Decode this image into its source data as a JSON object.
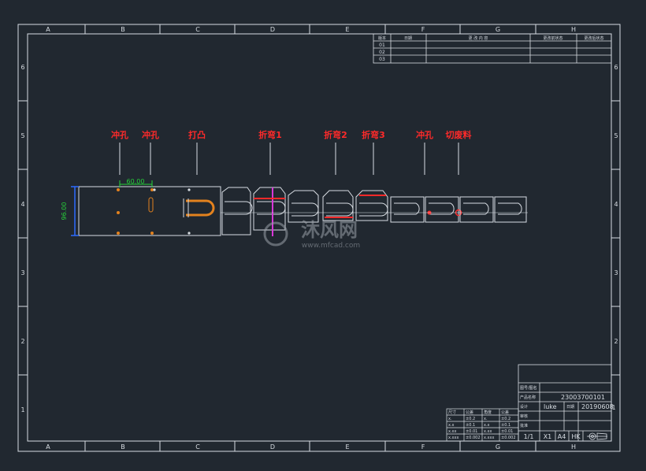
{
  "colors": {
    "background": "#212830",
    "line": "#d8dde3",
    "label_red": "#ff2a2a",
    "dimension_green": "#27d23a",
    "orange": "#e3821e",
    "magenta": "#d838d8",
    "blue": "#2d6bff",
    "watermark": "#9aa0a8"
  },
  "frame": {
    "columns": [
      "A",
      "B",
      "C",
      "D",
      "E",
      "F",
      "G",
      "H"
    ],
    "rows": [
      "6",
      "5",
      "4",
      "3",
      "2",
      "1"
    ]
  },
  "revision_table": {
    "headers": [
      "版本",
      "日期",
      "更 改 内 容",
      "更改前状态",
      "更改后状态"
    ],
    "rows": [
      "01",
      "02",
      "03"
    ]
  },
  "station_labels": [
    "冲孔",
    "冲孔",
    "打凸",
    "折弯1",
    "折弯2",
    "折弯3",
    "冲孔",
    "切废料"
  ],
  "dimensions": {
    "width": "60.00",
    "height": "96.00"
  },
  "title_block": {
    "fields": [
      {
        "label": "图号/图名",
        "value": ""
      },
      {
        "label": "产品名称",
        "value": "23003700101"
      },
      {
        "label": "设计",
        "value": "luke"
      },
      {
        "label": "日期",
        "value": "20190608"
      },
      {
        "label": "审核",
        "value": ""
      },
      {
        "label": "批准",
        "value": ""
      }
    ],
    "bottom": [
      "1/1",
      "X1",
      "A4",
      "HK"
    ],
    "page_mark": "1"
  },
  "tolerance_table": {
    "headers": [
      "尺寸",
      "公差",
      "角度",
      "公差"
    ],
    "rows": [
      [
        "x.",
        "±0.2",
        "x.",
        "±0.2"
      ],
      [
        "x.x",
        "±0.1",
        "x.x",
        "±0.1"
      ],
      [
        "x.xx",
        "±0.01",
        "x.xx",
        "±0.01"
      ],
      [
        "x.xxx",
        "±0.002",
        "x.xxx",
        "±0.002"
      ]
    ]
  },
  "watermark": {
    "brand": "沐风网",
    "url": "www.mfcad.com"
  }
}
